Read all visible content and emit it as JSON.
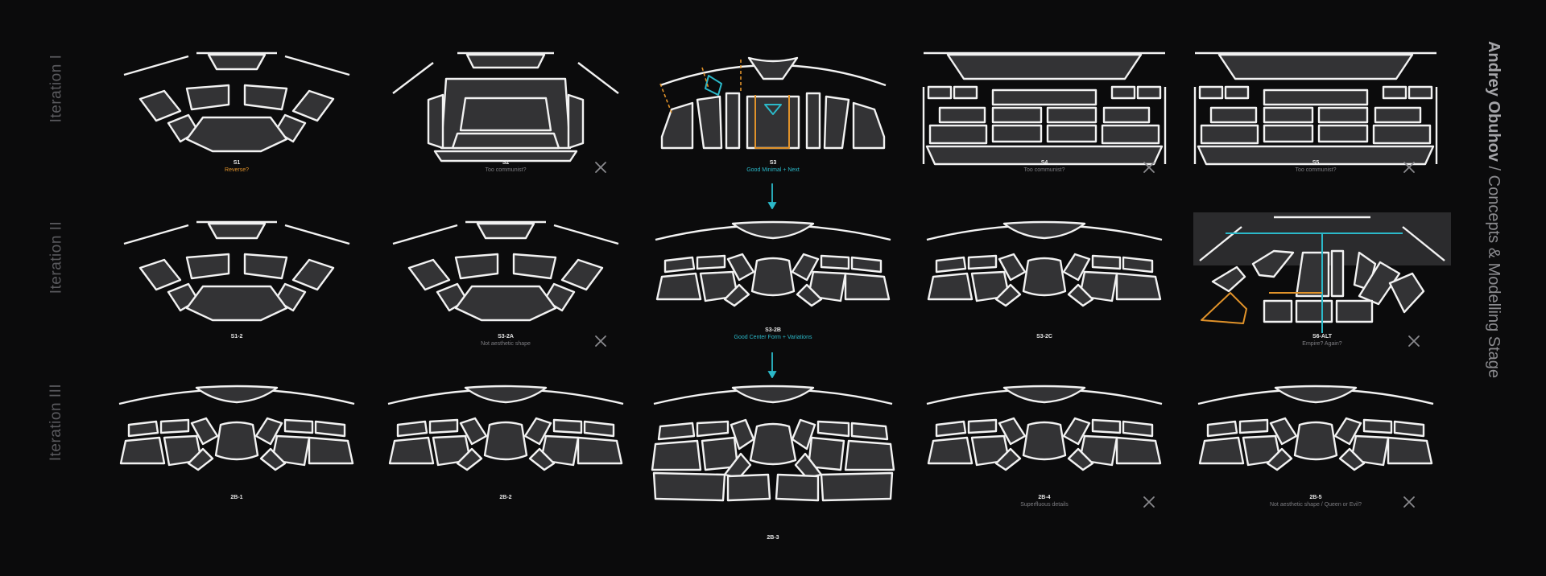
{
  "title": {
    "author": "Andrey Obuhov",
    "separator": " / ",
    "subtitle": "Concepts & Modelling Stage"
  },
  "iterations": [
    "Iteration I",
    "Iteration II",
    "Iteration III"
  ],
  "concepts": [
    {
      "code": "S1",
      "note": "Reverse?",
      "note_color": "orange",
      "rejected": false,
      "style": "flat"
    },
    {
      "code": "S2",
      "note": "Too communist?",
      "note_color": "grey",
      "rejected": true,
      "style": "box"
    },
    {
      "code": "S3",
      "note": "Good Minimal + Next",
      "note_color": "cyan",
      "rejected": false,
      "style": "annotated"
    },
    {
      "code": "S4",
      "note": "Too communist?",
      "note_color": "grey",
      "rejected": true,
      "style": "grid"
    },
    {
      "code": "S5",
      "note": "Too communist?",
      "note_color": "grey",
      "rejected": true,
      "style": "grid"
    },
    {
      "code": "S1-2",
      "note": "",
      "note_color": "grey",
      "rejected": false,
      "style": "flat"
    },
    {
      "code": "S3-2A",
      "note": "Not aesthetic shape",
      "note_color": "grey",
      "rejected": true,
      "style": "flat"
    },
    {
      "code": "S3-2B",
      "note": "Good Center Form + Variations",
      "note_color": "cyan",
      "rejected": false,
      "style": "annotated"
    },
    {
      "code": "S3-2C",
      "note": "",
      "note_color": "grey",
      "rejected": false,
      "style": "annotated"
    },
    {
      "code": "S6-ALT",
      "note": "Empire? Again?",
      "note_color": "grey",
      "rejected": true,
      "style": "panel"
    },
    {
      "code": "2B-1",
      "note": "",
      "note_color": "grey",
      "rejected": false,
      "style": "final"
    },
    {
      "code": "2B-2",
      "note": "",
      "note_color": "grey",
      "rejected": false,
      "style": "final"
    },
    {
      "code": "2B-3",
      "note": "",
      "note_color": "grey",
      "rejected": false,
      "style": "final"
    },
    {
      "code": "2B-4",
      "note": "Superfluous details",
      "note_color": "grey",
      "rejected": true,
      "style": "final"
    },
    {
      "code": "2B-5",
      "note": "Not aesthetic shape / Queen or Evil?",
      "note_color": "grey",
      "rejected": true,
      "style": "final"
    }
  ],
  "colors": {
    "accent_cyan": "#2bb9c9",
    "accent_orange": "#e0922a",
    "panel_fill": "#333335",
    "line": "#f2f2f2"
  },
  "icons": {
    "reject": "close-icon",
    "flow": "arrow-down-icon"
  }
}
